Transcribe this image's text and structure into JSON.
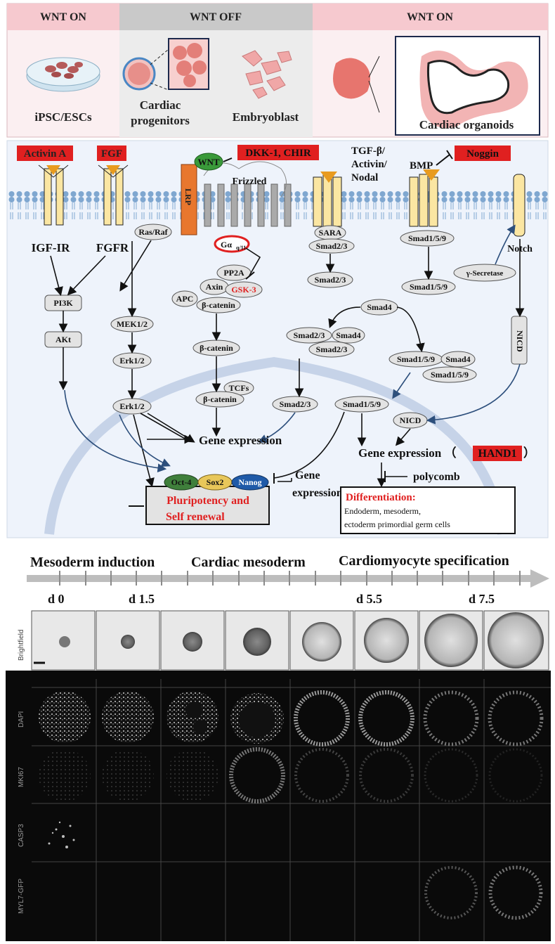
{
  "top_panel": {
    "headers": [
      "WNT ON",
      "WNT OFF",
      "WNT ON"
    ],
    "cell_labels": {
      "ipsc": "iPSC/ESCs",
      "cardiac_prog_1": "Cardiac",
      "cardiac_prog_2": "progenitors",
      "embryoblast": "Embryoblast",
      "organoids": "Cardiac organoids"
    }
  },
  "pathway": {
    "red_boxes": {
      "activin": "Activin A",
      "fgf": "FGF",
      "dkk": "DKK-1, CHIR",
      "noggin": "Noggin",
      "hand1": "HAND1"
    },
    "receptors": {
      "igf": "IGF-IR",
      "fgfr": "FGFR",
      "lrp": "LRP",
      "frizzled": "Frizzled",
      "tgf_1": "TGF-β/",
      "tgf_2": "Activin/",
      "tgf_3": "Nodal",
      "bmp": "BMP",
      "notch": "Notch",
      "wnt": "WNT"
    },
    "nodes": {
      "ras": "Ras/Raf",
      "galpha": "Gα",
      "galpha_sub": "q/11",
      "pp2a": "PP2A",
      "axin": "Axin",
      "gsk": "GSK-3",
      "apc": "APC",
      "bcat": "β-catenin",
      "pi3k": "PI3K",
      "akt": "AKt",
      "mek": "MEK1/2",
      "erk": "Erk1/2",
      "tcfs": "TCFs",
      "sara": "SARA",
      "smad23": "Smad2/3",
      "smad4": "Smad4",
      "smad159": "Smad1/5/9",
      "gsec": "γ-Secretase",
      "nicd": "NICD",
      "oct4": "Oct-4",
      "sox2": "Sox2",
      "nanog": "Nanog"
    },
    "labels": {
      "gene_expr": "Gene expression",
      "gene": "Gene",
      "expression": "expression",
      "gene_expr_paren": "Gene expression （",
      "paren_close": "）",
      "polycomb": "polycomb",
      "pluri_1": "Pluripotency and",
      "pluri_2": "Self renewal",
      "diff_title": "Differentiation:",
      "diff_1": "Endoderm, mesoderm,",
      "diff_2": "ectoderm primordial germ cells"
    }
  },
  "timeline": {
    "phases": [
      "Mesoderm induction",
      "Cardiac mesoderm",
      "Cardiomyocyte specification"
    ],
    "days": [
      "d 0",
      "d 1.5",
      "d 5.5",
      "d 7.5"
    ]
  },
  "micro": {
    "rows": [
      "Brightfield",
      "DAPI",
      "MKI67",
      "CASP3",
      "MYL7-GFP"
    ]
  },
  "colors": {
    "header_pink": "#f6c9cf",
    "header_gray": "#c9c9c9",
    "panel_bg": "#fbeff1",
    "pathway_bg": "#eef3fb",
    "red_label": "#e02020",
    "lrp_orange": "#e8772e",
    "receptor_yellow": "#fbe6a2",
    "node_fill": "#e3e3e3",
    "wnt_green": "#3a9a3a",
    "oct4_green": "#3f7f3b",
    "sox2_yellow": "#e8c75a",
    "nanog_blue": "#1f5aa8"
  }
}
